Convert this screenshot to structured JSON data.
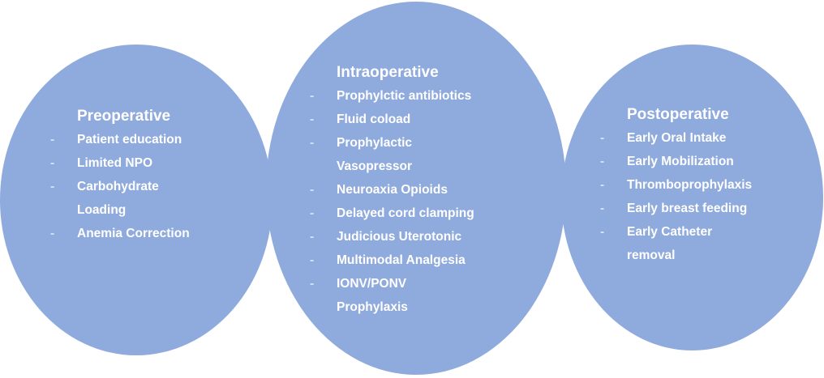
{
  "phases": [
    {
      "title": "Preoperative",
      "items": [
        "Patient education",
        "Limited NPO",
        "Carbohydrate Loading",
        "Anemia Correction"
      ]
    },
    {
      "title": "Intraoperative",
      "items": [
        "Prophylctic antibiotics",
        "Fluid coload",
        "Prophylactic Vasopressor",
        "Neuroaxia Opioids",
        "Delayed cord clamping",
        "Judicious Uterotonic",
        "Multimodal Analgesia",
        "IONV/PONV Prophylaxis"
      ]
    },
    {
      "title": "Postoperative",
      "items": [
        "Early Oral Intake",
        "Early Mobilization",
        "Thromboprophylaxis",
        "Early breast feeding",
        "Early Catheter removal"
      ]
    }
  ],
  "bullet": "-",
  "colors": {
    "ellipse_fill": "#8faadc",
    "text": "#ffffff"
  }
}
